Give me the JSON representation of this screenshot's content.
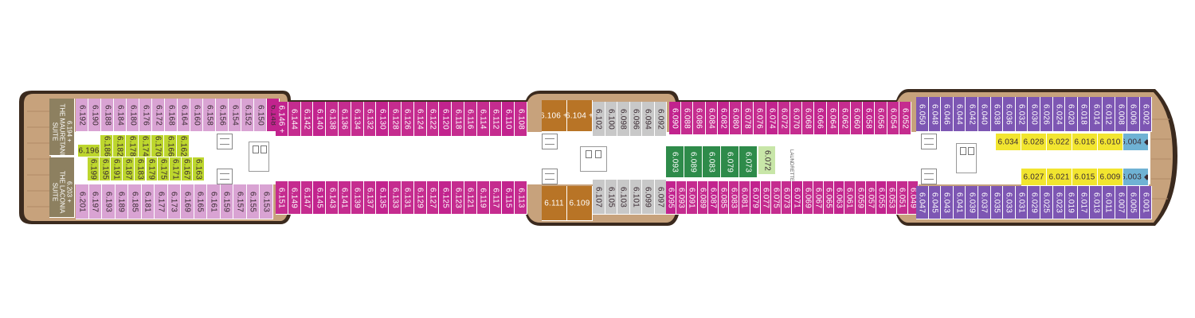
{
  "deck": {
    "colors": {
      "hull": "#c7a27c",
      "hull_dark": "#3b2a1e",
      "corridor": "#ffffff",
      "pink": "#d9a3d3",
      "magenta": "#c2238e",
      "purple": "#7d56b3",
      "lime": "#bdd62d",
      "grey": "#c8c8c8",
      "orange": "#b87426",
      "green": "#2e8b4a",
      "yellow": "#f2e52f",
      "blue": "#6fb2d4",
      "olive": "#8d8060"
    },
    "suites": [
      {
        "number": "6.194 +",
        "name": "THE MAURETANIA SUITE"
      },
      {
        "number": "6.203 +",
        "name": "THE LACONIA SUITE"
      }
    ],
    "aft_top_row": [
      "6.192",
      "6.190",
      "6.188",
      "6.184",
      "6.180",
      "6.176",
      "6.172",
      "6.168",
      "6.164",
      "6.160",
      "6.158",
      "6.156",
      "6.154",
      "6.152",
      "6.150",
      "6.148"
    ],
    "aft_bottom_row": [
      "6.201",
      "6.197",
      "6.193",
      "6.189",
      "6.185",
      "6.181",
      "6.177",
      "6.173",
      "6.169",
      "6.165",
      "6.161",
      "6.159",
      "6.157",
      "6.155",
      "6.153"
    ],
    "aft_inner_top": [
      "6.186",
      "6.182",
      "6.178",
      "6.174",
      "6.170",
      "6.166",
      "6.162"
    ],
    "aft_inner_bottom": [
      "6.199",
      "6.195",
      "6.191",
      "6.187",
      "6.183",
      "6.179",
      "6.175",
      "6.171",
      "6.167",
      "6.163"
    ],
    "aft_inner_misc": "6.196",
    "mid_aft_top": [
      "6.146 +",
      "6.144",
      "6.142",
      "6.140",
      "6.138",
      "6.136",
      "6.134",
      "6.132",
      "6.130",
      "6.128",
      "6.126",
      "6.124",
      "6.122",
      "6.120",
      "6.118",
      "6.116",
      "6.114",
      "6.112",
      "6.110",
      "6.108"
    ],
    "mid_aft_bottom": [
      "6.151",
      "6.149",
      "6.147",
      "6.145",
      "6.143",
      "6.141",
      "6.139",
      "6.137",
      "6.135",
      "6.133",
      "6.131",
      "6.129",
      "6.127",
      "6.125",
      "6.123",
      "6.121",
      "6.119",
      "6.117",
      "6.115",
      "6.113"
    ],
    "center_orange_top": [
      "6.106 +",
      "6.104 +"
    ],
    "center_orange_bottom": [
      "6.111",
      "6.109"
    ],
    "center_grey_top": [
      "6.102",
      "6.100",
      "6.098",
      "6.096",
      "6.094",
      "6.092"
    ],
    "center_grey_bottom": [
      "6.107",
      "6.105",
      "6.103",
      "6.101",
      "6.099",
      "6.097"
    ],
    "fwd_mid_top": [
      "6.090",
      "6.088",
      "6.086",
      "6.084",
      "6.082",
      "6.080",
      "6.078",
      "6.076",
      "6.074",
      "6.072",
      "6.070",
      "6.068",
      "6.066",
      "6.064",
      "6.062",
      "6.060",
      "6.058",
      "6.056",
      "6.054",
      "6.052"
    ],
    "fwd_mid_bottom": [
      "6.095",
      "6.093",
      "6.091",
      "6.089",
      "6.087",
      "6.085",
      "6.083",
      "6.081",
      "6.079",
      "6.077",
      "6.075",
      "6.073",
      "6.071",
      "6.069",
      "6.067",
      "6.065",
      "6.063",
      "6.061",
      "6.059",
      "6.057",
      "6.055",
      "6.053",
      "6.051",
      "6.049"
    ],
    "green_inner": [
      "6.093",
      "6.089",
      "6.083",
      "6.079",
      "6.073"
    ],
    "laundry_cabin": "6.072",
    "laundry_label": "LAUNDRETTE",
    "fwd_top": [
      "6.050",
      "6.048",
      "6.046",
      "6.044",
      "6.042",
      "6.040",
      "6.038",
      "6.036",
      "6.032",
      "6.030",
      "6.026",
      "6.024",
      "6.020",
      "6.018",
      "6.014",
      "6.012",
      "6.008",
      "6.006",
      "6.002"
    ],
    "fwd_bottom": [
      "6.047",
      "6.045",
      "6.043",
      "6.041",
      "6.039",
      "6.037",
      "6.035",
      "6.033",
      "6.031",
      "6.029",
      "6.025",
      "6.023",
      "6.019",
      "6.017",
      "6.013",
      "6.011",
      "6.007",
      "6.005",
      "6.001"
    ],
    "fwd_inner_top": [
      "6.034",
      "6.028",
      "6.022",
      "6.016",
      "6.010",
      "6.004 ◆"
    ],
    "fwd_inner_bottom": [
      "6.027",
      "6.021",
      "6.015",
      "6.009",
      "6.003 ◆"
    ]
  }
}
